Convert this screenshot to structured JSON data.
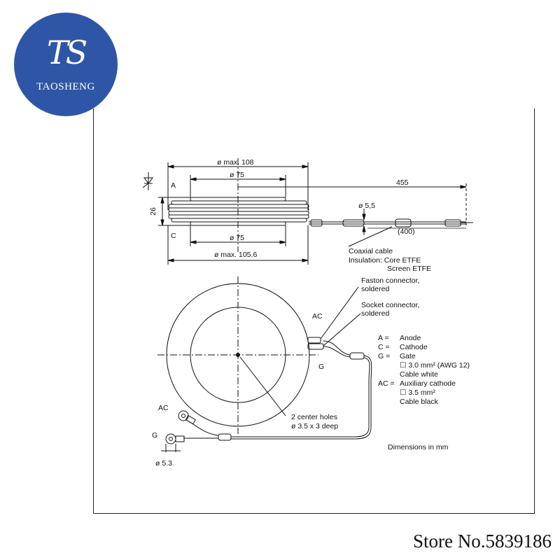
{
  "logo": {
    "mark": "TS",
    "name": "TAOSHENG"
  },
  "top_view": {
    "dim_outer_top": "ø max. 108",
    "dim_inner_top": "ø 75",
    "dim_cable_length": "455",
    "dim_height": "26",
    "dim_cable_dia": "ø 5,5",
    "dim_cable_partial": "(400)",
    "dim_inner_bottom": "ø 75",
    "dim_outer_bottom": "ø max. 105.6",
    "label_anode": "A",
    "label_cathode": "C"
  },
  "notes": {
    "coaxial_1": "Coaxial cable",
    "coaxial_2": "Insulation: Core ETFE",
    "coaxial_3": "Screen ETFE",
    "faston_1": "Faston connector,",
    "faston_2": "soldered",
    "socket_1": "Socket connector,",
    "socket_2": "soldered",
    "holes_1": "2 center holes",
    "holes_2": "ø 3.5 x 3 deep",
    "dimensions": "Dimensions in mm"
  },
  "plan_view": {
    "label_ac_top": "AC",
    "label_g_right": "G",
    "label_ac_left": "AC",
    "label_g_left": "G",
    "dim_lug": "ø 5.3"
  },
  "legend": [
    {
      "key": "A =",
      "text": "Anode"
    },
    {
      "key": "C =",
      "text": "Cathode"
    },
    {
      "key": "G =",
      "text": "Gate"
    },
    {
      "key": "",
      "text": "☐ 3.0 mm² (AWG 12)"
    },
    {
      "key": "",
      "text": "Cable white"
    },
    {
      "key": "AC =",
      "text": "Auxiliary cathode"
    },
    {
      "key": "",
      "text": "☐ 3.5 mm²"
    },
    {
      "key": "",
      "text": "Cable black"
    }
  ],
  "footer": {
    "store": "Store No.5839186"
  }
}
